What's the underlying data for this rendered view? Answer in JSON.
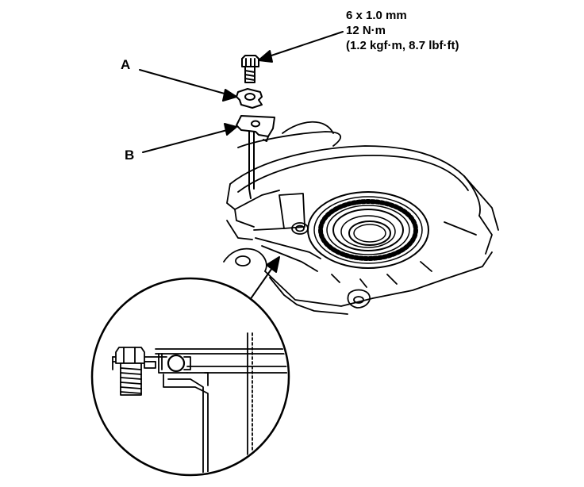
{
  "spec": {
    "bolt_size": "6 x 1.0 mm",
    "torque_nm": "12 N·m",
    "torque_alt": "(1.2 kgf·m, 8.7 lbf·ft)"
  },
  "callouts": {
    "a": "A",
    "b": "B"
  }
}
